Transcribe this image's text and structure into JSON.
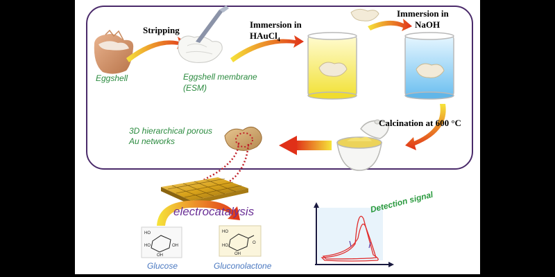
{
  "labels": {
    "stripping": "Stripping",
    "immersion_haucl4": "Immersion in",
    "haucl4": "HAuCl",
    "haucl4_sub": "4",
    "immersion_naoh": "Immersion in",
    "naoh": "NaOH",
    "eggshell": "Eggshell",
    "esm_line1": "Eggshell membrane",
    "esm_line2": "(ESM)",
    "calcination": "Calcination at 600 °C",
    "au_line1": "3D hierarchical porous",
    "au_line2": "Au networks",
    "electrocatalysis": "electrocatalysis",
    "glucose": "Glucose",
    "gluconolactone": "Gluconolactone",
    "detection_signal": "Detection signal"
  },
  "colors": {
    "frame": "#4a2a6a",
    "arrow_start": "#f6e43a",
    "arrow_end": "#e03018",
    "green_text": "#2a8a3e",
    "blue_text": "#4a78c0",
    "purple_text": "#6a3096",
    "gold": "#d8a21a"
  }
}
